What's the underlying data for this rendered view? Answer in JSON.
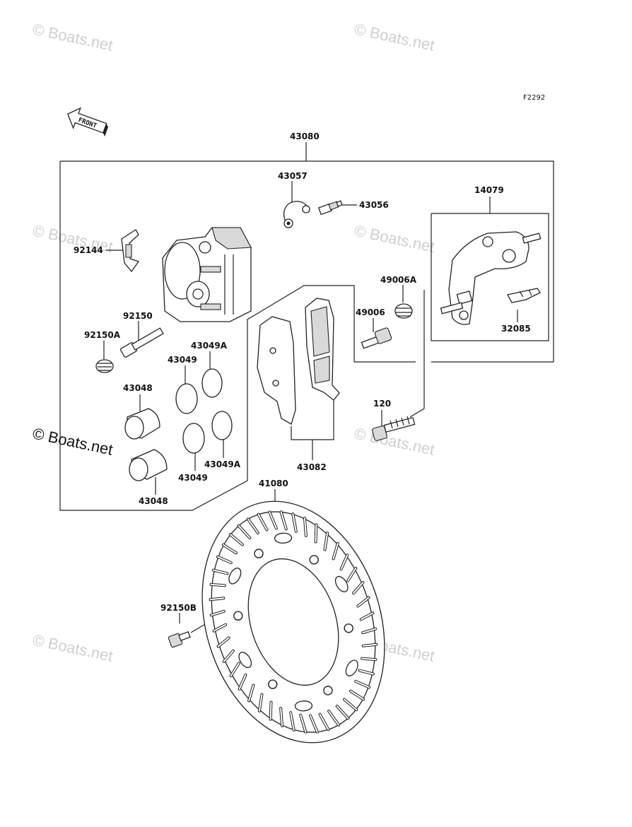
{
  "diagram": {
    "figure_code": "F2292",
    "front_label": "FRONT",
    "watermark": "© Boats.net",
    "parts": {
      "p43080": "43080",
      "p43057": "43057",
      "p43056": "43056",
      "p14079": "14079",
      "p92144": "92144",
      "p49006A": "49006A",
      "p49006": "49006",
      "p32085": "32085",
      "p92150": "92150",
      "p92150A": "92150A",
      "p43049A_top": "43049A",
      "p43049_top": "43049",
      "p43048_top": "43048",
      "p120": "120",
      "p43049A_bot": "43049A",
      "p43049_bot": "43049",
      "p43082": "43082",
      "p43048_bot": "43048",
      "p41080": "41080",
      "p92150B": "92150B"
    }
  }
}
